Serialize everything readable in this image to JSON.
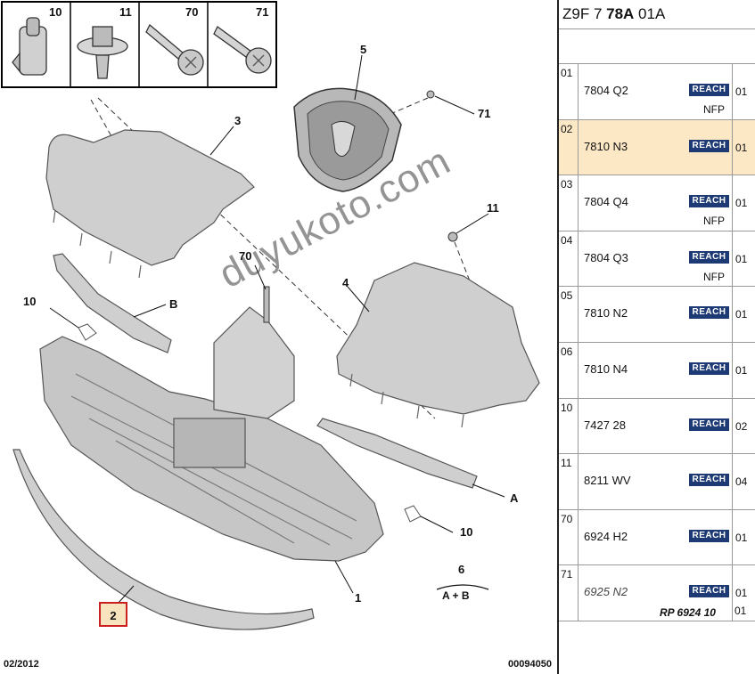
{
  "diagram": {
    "callouts": {
      "c10_top": "10",
      "c11_top": "11",
      "c70_top": "70",
      "c71_top": "71",
      "c5": "5",
      "c71": "71",
      "c3": "3",
      "c11": "11",
      "c70": "70",
      "c4": "4",
      "cB": "B",
      "c10_left": "10",
      "cA": "A",
      "c10_right": "10",
      "c6": "6",
      "c6sub": "A + B",
      "c1": "1",
      "c2": "2"
    },
    "watermark": "duyukoto.com",
    "footer_left": "02/2012",
    "footer_right": "00094050"
  },
  "parts_panel": {
    "title_prefix": "Z9F 7 ",
    "title_bold": "78A",
    "title_suffix": " 01A",
    "reach_label": "REACH",
    "rows": [
      {
        "idx": "01",
        "ref": "7804 Q2",
        "nfp": "NFP",
        "qty": "01"
      },
      {
        "idx": "02",
        "ref": "7810 N3",
        "nfp": "",
        "qty": "01"
      },
      {
        "idx": "03",
        "ref": "7804 Q4",
        "nfp": "NFP",
        "qty": "01"
      },
      {
        "idx": "04",
        "ref": "7804 Q3",
        "nfp": "NFP",
        "qty": "01"
      },
      {
        "idx": "05",
        "ref": "7810 N2",
        "nfp": "",
        "qty": "01"
      },
      {
        "idx": "06",
        "ref": "7810 N4",
        "nfp": "",
        "qty": "01"
      },
      {
        "idx": "10",
        "ref": "7427 28",
        "nfp": "",
        "qty": "02"
      },
      {
        "idx": "11",
        "ref": "8211 WV",
        "nfp": "",
        "qty": "04"
      },
      {
        "idx": "70",
        "ref": "6924 H2",
        "nfp": "",
        "qty": "01"
      },
      {
        "idx": "71",
        "ref": "6925 N2",
        "nfp": "",
        "qty": "01",
        "rp": "RP 6924 10",
        "qty2": "01"
      }
    ],
    "accent": "#1d3a74",
    "selected_bg": "#fde8c6"
  }
}
